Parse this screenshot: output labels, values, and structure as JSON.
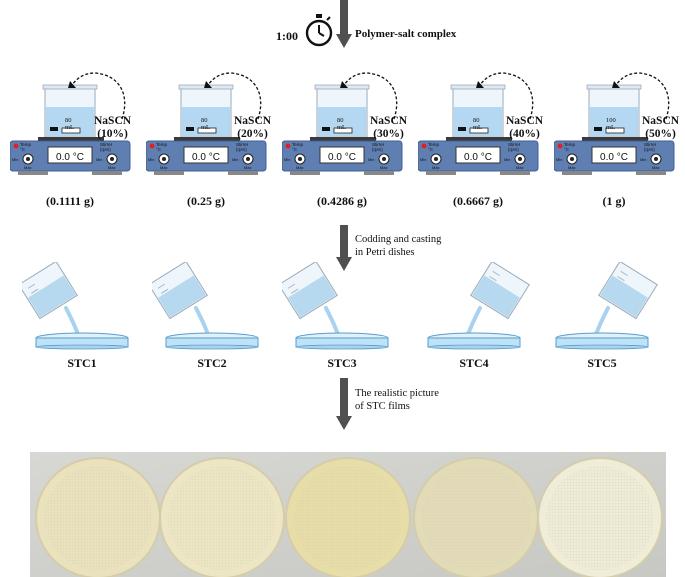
{
  "header": {
    "time": "1:00",
    "step1": "Polymer-salt complex"
  },
  "stirrers": [
    {
      "volume": "80 mL",
      "conc_name": "NaSCN",
      "conc_pct": "(10%)",
      "mass": "(0.1111 g)",
      "temp": "0.0 °C"
    },
    {
      "volume": "80 mL",
      "conc_name": "NaSCN",
      "conc_pct": "(20%)",
      "mass": "(0.25 g)",
      "temp": "0.0 °C"
    },
    {
      "volume": "80 mL",
      "conc_name": "NaSCN",
      "conc_pct": "(30%)",
      "mass": "(0.4286 g)",
      "temp": "0.0 °C"
    },
    {
      "volume": "80 mL",
      "conc_name": "NaSCN",
      "conc_pct": "(40%)",
      "mass": "(0.6667 g)",
      "temp": "0.0 °C"
    },
    {
      "volume": "100 mL",
      "conc_name": "NaSCN",
      "conc_pct": "(50%)",
      "mass": "(1 g)",
      "temp": "0.0 °C"
    }
  ],
  "panel_labels": {
    "temp": "Temp °C",
    "stirrer": "Stirrer (rpm)",
    "min": "Min",
    "max": "Max"
  },
  "step2": [
    "Codding and casting",
    "in Petri dishes"
  ],
  "samples": [
    "STC1",
    "STC2",
    "STC3",
    "STC4",
    "STC5"
  ],
  "step3": [
    "The realistic picture",
    "of STC films"
  ],
  "colors": {
    "plate": "#5f7fb3",
    "arrow": "#505050",
    "liquid": "#a9d2ee",
    "dish": "#bfe3f6",
    "film": "#e6dfb8"
  }
}
